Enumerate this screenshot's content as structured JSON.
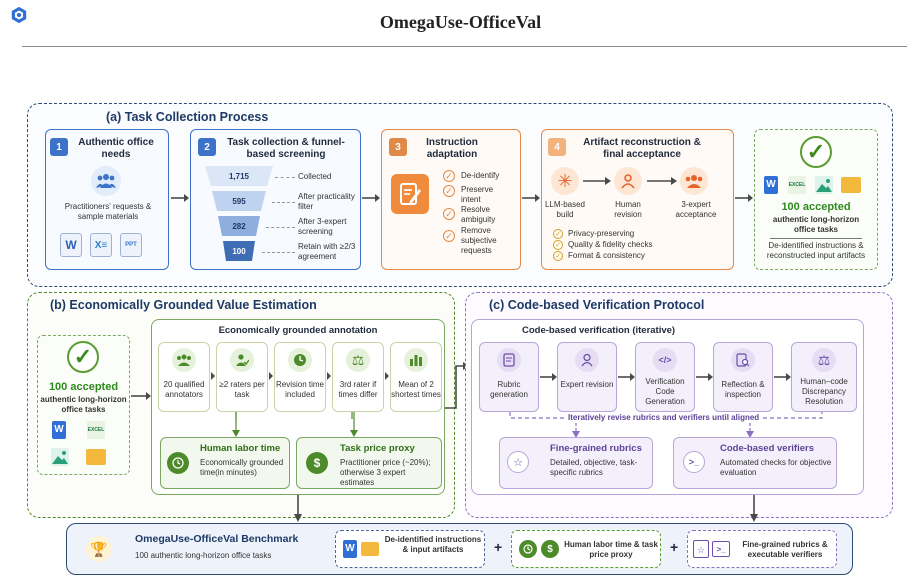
{
  "page_title": "OmegaUse-OfficeVal",
  "colors": {
    "navy": "#2e4a78",
    "blue": "#3c73c9",
    "orange": "#e08a4a",
    "green": "#4d8a2a",
    "purple": "#8b70c0"
  },
  "section_a": {
    "header": "(a) Task Collection Process",
    "s1": {
      "num": "1",
      "title": "Authentic office needs",
      "caption": "Practitioners' requests & sample materials"
    },
    "s2": {
      "num": "2",
      "title": "Task collection & funnel-based screening",
      "funnel": [
        {
          "value": "1,715",
          "label": "Collected"
        },
        {
          "value": "595",
          "label": "After practicality filter"
        },
        {
          "value": "282",
          "label": "After 3-expert screening"
        },
        {
          "value": "100",
          "label": "Retain with ≥2/3 agreement"
        }
      ]
    },
    "s3": {
      "num": "3",
      "title": "Instruction adaptation",
      "items": [
        "De-identify",
        "Preserve intent",
        "Resolve ambiguity",
        "Remove subjective requests"
      ]
    },
    "s4": {
      "num": "4",
      "title": "Artifact reconstruction & final acceptance",
      "nodes": [
        "LLM-based build",
        "Human revision",
        "3-expert acceptance"
      ],
      "checks": [
        "Privacy-preserving",
        "Quality & fidelity checks",
        "Format & consistency"
      ]
    },
    "result": {
      "count": "100 accepted",
      "line1": "authentic long-horizon office tasks",
      "line2": "De-identified instructions & reconstructed input artifacts"
    }
  },
  "section_b": {
    "header": "(b) Economically Grounded Value Estimation",
    "accepted": {
      "count": "100 accepted",
      "desc": "authentic long-horizon office tasks"
    },
    "inner_title": "Economically grounded annotation",
    "steps": [
      "20 qualified annotators",
      "≥2 raters per task",
      "Revision time included",
      "3rd rater if times differ",
      "Mean of 2 shortest times"
    ],
    "labor": {
      "title": "Human labor time",
      "desc": "Economically grounded time(in minutes)"
    },
    "price": {
      "title": "Task price proxy",
      "desc": "Practitioner price (~20%); otherwise 3 expert estimates"
    }
  },
  "section_c": {
    "header": "(c) Code-based Verification Protocol",
    "inner_title": "Code-based verification (iterative)",
    "steps": [
      "Rubric generation",
      "Expert revision",
      "Verification Code Generation",
      "Reflection & inspection",
      "Human–code Discrepancy Resolution"
    ],
    "loop_note": "Iteratively revise rubrics and verifiers until aligned",
    "rubrics": {
      "title": "Fine-grained rubrics",
      "desc": "Detailed, objective, task-specific rubrics"
    },
    "verifiers": {
      "title": "Code-based verifiers",
      "desc": "Automated checks for objective evaluation"
    }
  },
  "benchmark": {
    "title": "OmegaUse-OfficeVal Benchmark",
    "subtitle": "100 authentic long-horizon office tasks",
    "item1": "De-identified instructions & input artifacts",
    "item2": "Human labor time & task price proxy",
    "item3": "Fine-grained rubrics & executable verifiers",
    "plus": "+"
  }
}
